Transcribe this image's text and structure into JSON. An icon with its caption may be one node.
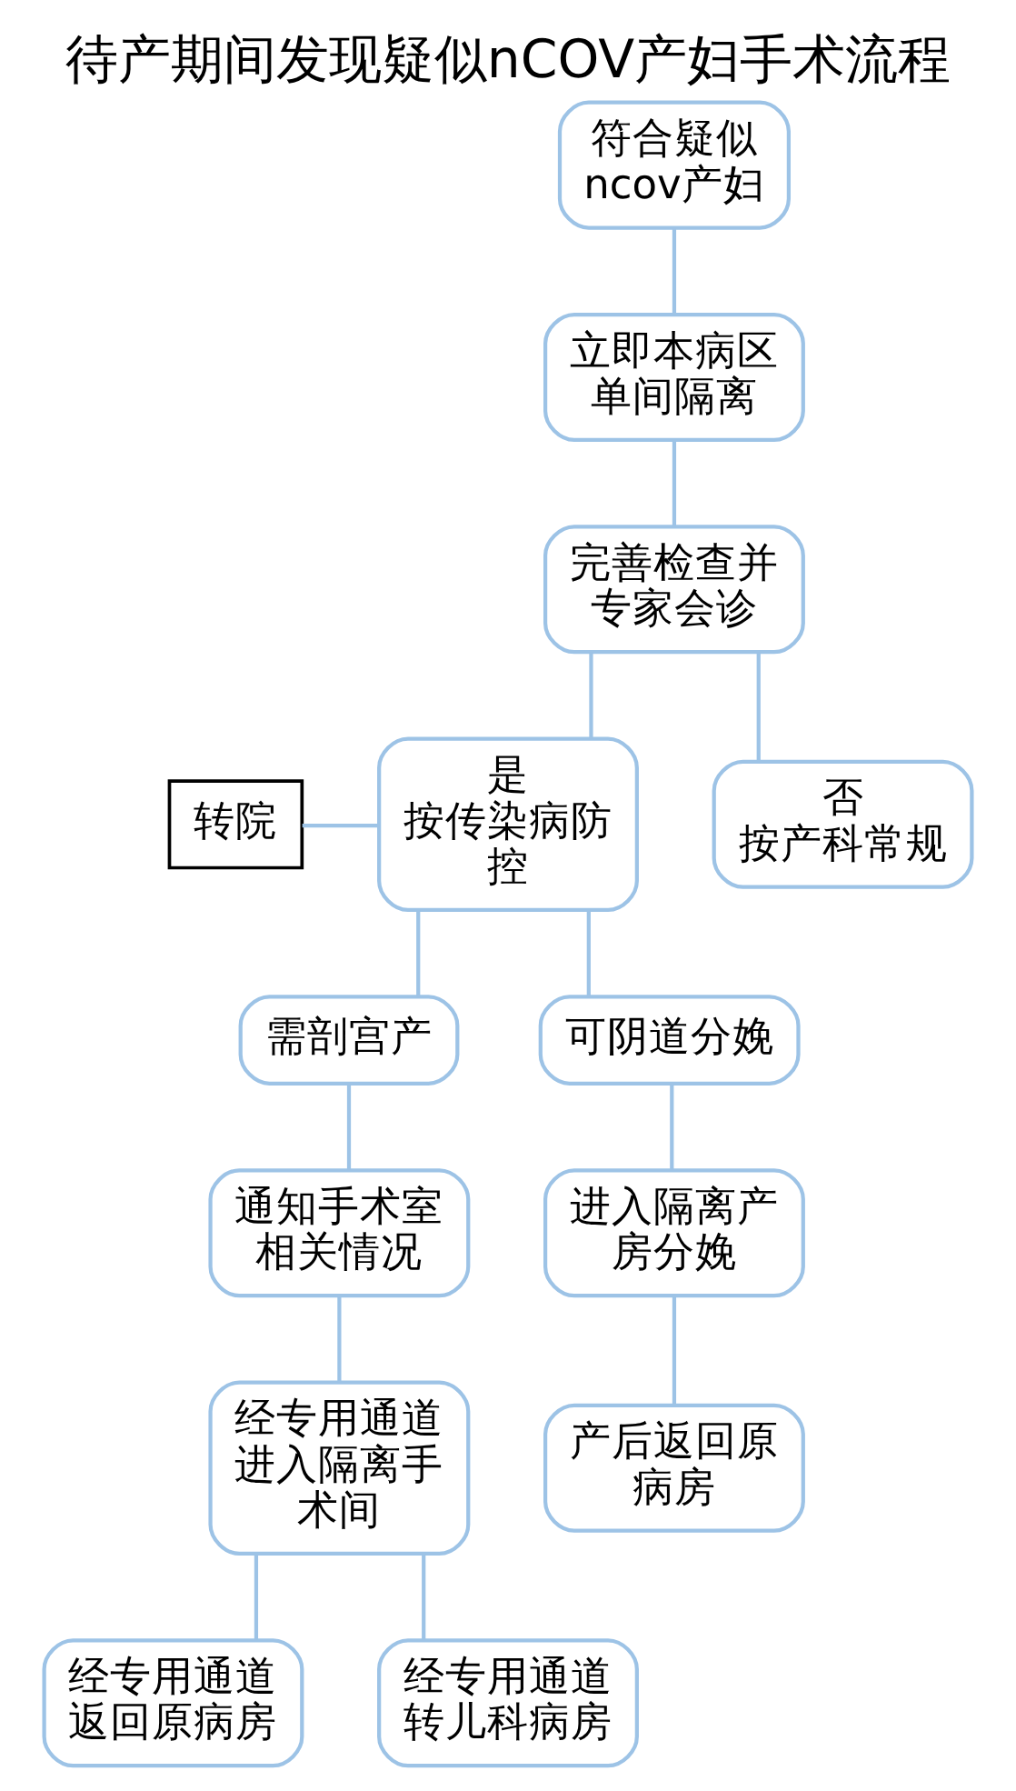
{
  "diagram": {
    "title": "待产期间发现疑似nCOV产妇手术流程",
    "nodes": [
      {
        "text": [
          "符合疑似ncov产妇"
        ]
      },
      {
        "text": [
          "立即本病区单间隔离"
        ]
      },
      {
        "text": [
          "完善检查并专家会诊"
        ]
      },
      {
        "text": [
          "转院"
        ]
      },
      {
        "text": [
          "是",
          "按传染病防控"
        ]
      },
      {
        "text": [
          "否",
          "按产科常规"
        ]
      },
      {
        "text": [
          "需剖宫产"
        ]
      },
      {
        "text": [
          "可阴道分娩"
        ]
      },
      {
        "text": [
          "通知手术室相关情况"
        ]
      },
      {
        "text": [
          "进入隔离产房分娩"
        ]
      },
      {
        "text": [
          "经专用通道进入隔离手术间"
        ]
      },
      {
        "text": [
          "产后返回原病房"
        ]
      },
      {
        "text": [
          "经专用通道返回原病房"
        ]
      },
      {
        "text": [
          "经专用通道转儿科病房"
        ]
      }
    ],
    "edges": [
      {
        "from": 0,
        "to": 1,
        "arrow": "none"
      },
      {
        "from": 1,
        "to": 2,
        "arrow": "none"
      },
      {
        "from": 2,
        "to": 4,
        "arrow": "none"
      },
      {
        "from": 2,
        "to": 5,
        "arrow": "none"
      },
      {
        "from": 3,
        "to": 4,
        "arrow": "none"
      },
      {
        "from": 4,
        "to": 6,
        "arrow": "none"
      },
      {
        "from": 4,
        "to": 7,
        "arrow": "none"
      },
      {
        "from": 6,
        "to": 8,
        "arrow": "none"
      },
      {
        "from": 7,
        "to": 9,
        "arrow": "none"
      },
      {
        "from": 8,
        "to": 10,
        "arrow": "none"
      },
      {
        "from": 9,
        "to": 11,
        "arrow": "none"
      },
      {
        "from": 10,
        "to": 12,
        "arrow": "none"
      },
      {
        "from": 10,
        "to": 13,
        "arrow": "none"
      }
    ]
  }
}
